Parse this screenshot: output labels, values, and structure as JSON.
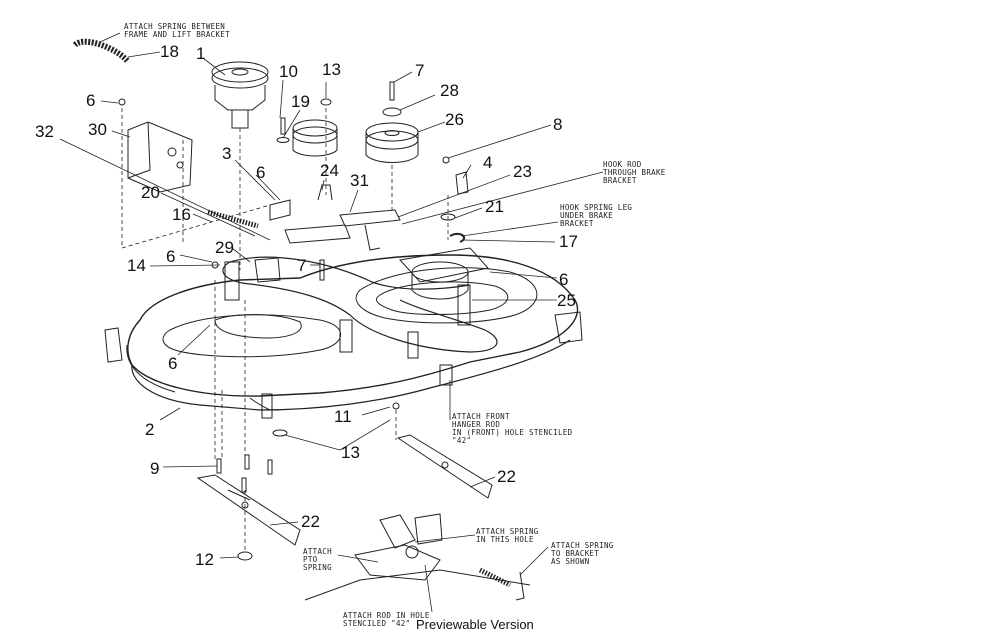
{
  "callouts": {
    "n1": "1",
    "n2": "2",
    "n3": "3",
    "n4": "4",
    "n6a": "6",
    "n6b": "6",
    "n6c": "6",
    "n6d": "6",
    "n6e": "6",
    "n7a": "7",
    "n7b": "7",
    "n8": "8",
    "n9": "9",
    "n10": "10",
    "n11": "11",
    "n12": "12",
    "n13a": "13",
    "n13b": "13",
    "n14": "14",
    "n16": "16",
    "n17": "17",
    "n18": "18",
    "n19": "19",
    "n20": "20",
    "n21": "21",
    "n22a": "22",
    "n22b": "22",
    "n23": "23",
    "n24": "24",
    "n25": "25",
    "n26": "26",
    "n28": "28",
    "n29": "29",
    "n30": "30",
    "n31": "31",
    "n32": "32"
  },
  "notes": {
    "spring_frame": "ATTACH SPRING BETWEEN\nFRAME AND LIFT BRACKET",
    "hook_rod": "HOOK ROD\nTHROUGH BRAKE\nBRACKET",
    "hook_spring": "HOOK SPRING LEG\nUNDER BRAKE\nBRACKET",
    "front_hanger": "ATTACH FRONT\nHANGER ROD\nIN (FRONT) HOLE STENCILED\n\"42\"",
    "spring_hole": "ATTACH SPRING\nIN THIS HOLE",
    "spring_bracket": "ATTACH SPRING\nTO BRACKET\nAS SHOWN",
    "pto_spring": "ATTACH\nPTO\nSPRING",
    "rod_hole": "ATTACH ROD IN HOLE\nSTENCILED \"42\""
  },
  "footer": "Previewable Version"
}
